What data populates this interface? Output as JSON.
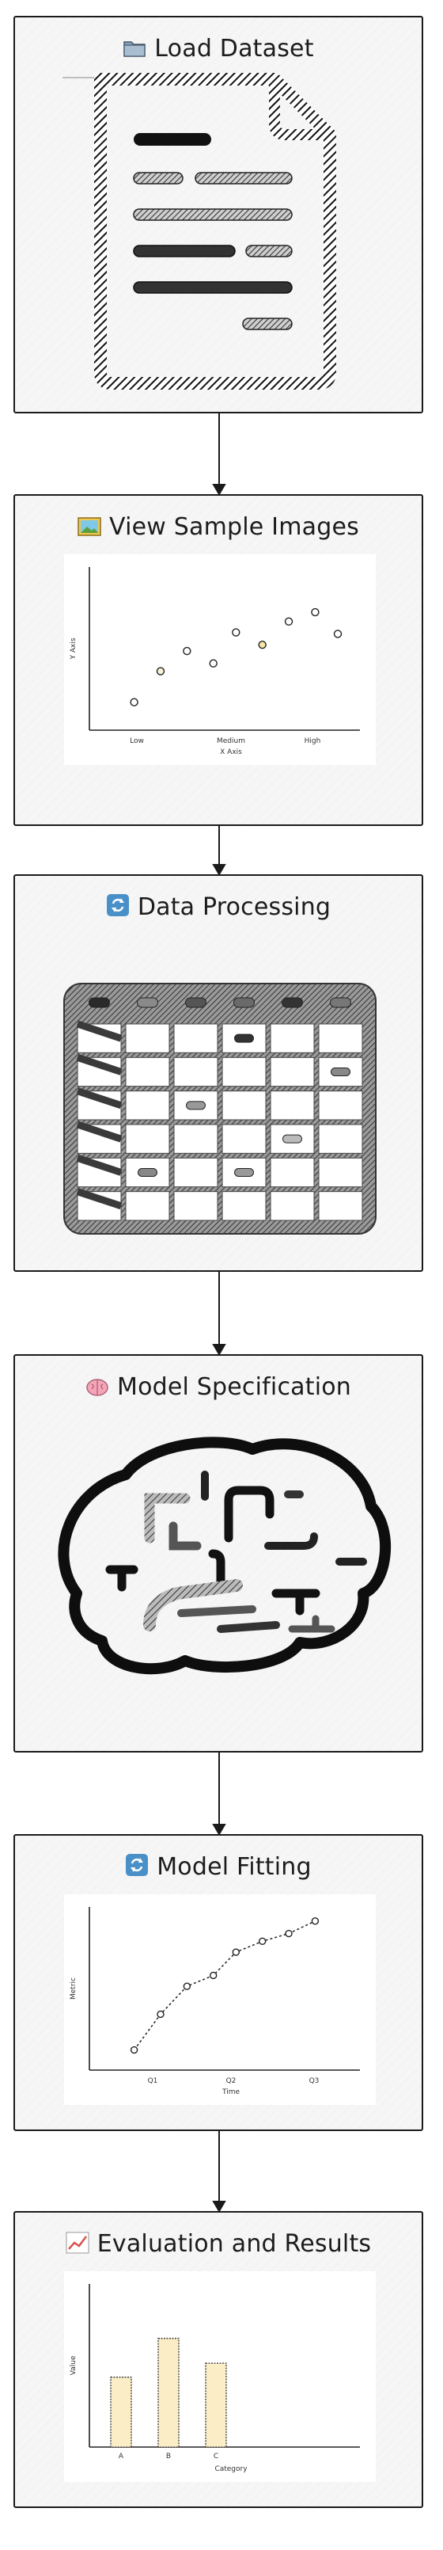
{
  "cards": [
    {
      "title": "Load Dataset",
      "icon": "folder-icon"
    },
    {
      "title": "View Sample Images",
      "icon": "picture-icon"
    },
    {
      "title": "Data Processing",
      "icon": "refresh-icon"
    },
    {
      "title": "Model Specification",
      "icon": "brain-icon"
    },
    {
      "title": "Model Fitting",
      "icon": "refresh-icon"
    },
    {
      "title": "Evaluation and Results",
      "icon": "chart-icon"
    }
  ],
  "chart_data": [
    {
      "type": "scatter",
      "xlabel": "X Axis",
      "ylabel": "Y Axis",
      "x_ticks": [
        "Low",
        "Medium",
        "High"
      ],
      "xlim": [
        0,
        3
      ],
      "ylim": [
        0,
        10
      ],
      "x": [
        0.3,
        0.65,
        1.0,
        1.35,
        1.65,
        2.0,
        2.35,
        2.7,
        3.0
      ],
      "y": [
        1.8,
        3.8,
        5.1,
        4.3,
        6.3,
        5.5,
        7.0,
        7.6,
        6.2
      ]
    },
    {
      "type": "line",
      "xlabel": "Time",
      "ylabel": "Metric",
      "x_ticks": [
        "Q1",
        "Q2",
        "Q3"
      ],
      "xlim": [
        0,
        3
      ],
      "ylim": [
        0,
        10
      ],
      "x": [
        0.3,
        0.65,
        1.0,
        1.35,
        1.65,
        2.0,
        2.35,
        2.7
      ],
      "y": [
        1.3,
        3.6,
        5.4,
        6.1,
        7.6,
        8.3,
        8.8,
        9.6
      ]
    },
    {
      "type": "bar",
      "xlabel": "Category",
      "ylabel": "Value",
      "categories": [
        "A",
        "B",
        "C"
      ],
      "values": [
        4.5,
        7.0,
        5.4
      ],
      "ylim": [
        0,
        10
      ]
    }
  ]
}
